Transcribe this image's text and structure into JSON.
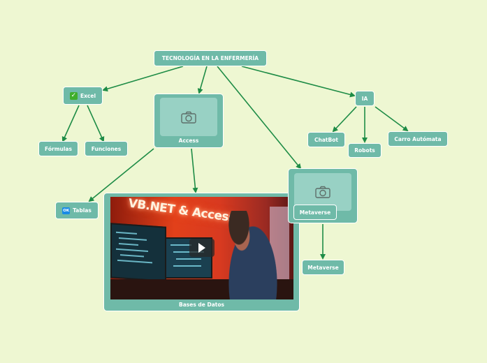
{
  "colors": {
    "background": "#eef7d2",
    "node_fill": "#6fbaa8",
    "node_border": "#ffffff",
    "placeholder_fill": "#98d1c4",
    "connector": "#1e8c46",
    "check_icon": "#3fae2a",
    "ok_icon": "#1a8be6"
  },
  "root": {
    "label": "TECNOLOGÍA EN LA ENFERMERÍA"
  },
  "excel": {
    "label": "Excel",
    "icon": "check-mark-icon",
    "children": [
      "Fórmulas",
      "Funciones"
    ]
  },
  "access": {
    "label": "Access",
    "image": "camera-placeholder-icon",
    "children": {
      "tablas": {
        "label": "Tablas",
        "icon": "ok-icon"
      },
      "bases": {
        "label": "Bases de Datos",
        "video": {
          "title_text": "VB.NET & Access",
          "play_icon": "play-icon"
        }
      }
    }
  },
  "metaverse": {
    "label": "Metaverse",
    "image": "camera-placeholder-icon",
    "children": [
      "Metaverse"
    ]
  },
  "ia": {
    "label": "IA",
    "children": [
      "ChatBot",
      "Robots",
      "Carro Autómata"
    ]
  }
}
